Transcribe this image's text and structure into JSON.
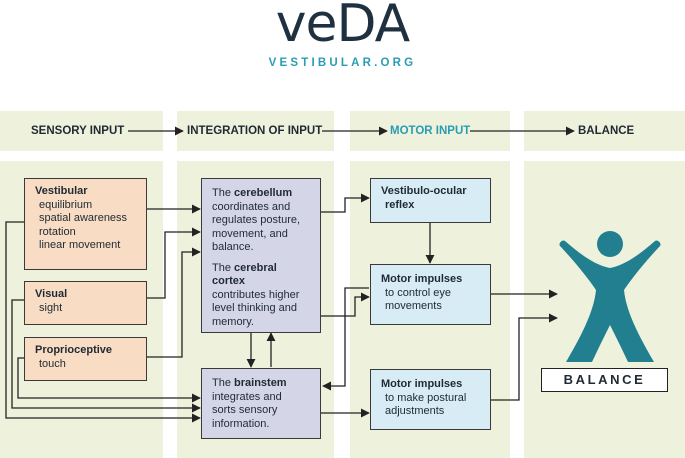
{
  "logo": {
    "name": "veDA",
    "site": "VESTIBULAR.ORG"
  },
  "headers": [
    {
      "label": "SENSORY INPUT"
    },
    {
      "label": "INTEGRATION OF INPUT"
    },
    {
      "label": "MOTOR INPUT"
    },
    {
      "label": "BALANCE"
    }
  ],
  "sensory": {
    "vestibular": {
      "title": "Vestibular",
      "items": [
        "equilibrium",
        "spatial awareness",
        "rotation",
        "linear movement"
      ]
    },
    "visual": {
      "title": "Visual",
      "items": [
        "sight"
      ]
    },
    "proprioceptive": {
      "title": "Proprioceptive",
      "items": [
        "touch"
      ]
    }
  },
  "integration": {
    "cerebellum": {
      "pre": "The ",
      "term": "cerebellum",
      "rest": [
        "coordinates and",
        "regulates posture,",
        "movement, and",
        "balance."
      ]
    },
    "cortex": {
      "pre": "The ",
      "term": "cerebral cortex",
      "rest": [
        "contributes higher",
        "level thinking and",
        "memory."
      ]
    },
    "brainstem": {
      "pre": "The ",
      "term": "brainstem",
      "rest": [
        "integrates and",
        "sorts sensory",
        "information."
      ]
    }
  },
  "motor": {
    "vor": {
      "lines": [
        "Vestibulo-ocular",
        "reflex"
      ]
    },
    "eye": {
      "title": "Motor impulses",
      "items": [
        "to control eye",
        "movements"
      ]
    },
    "posture": {
      "title": "Motor impulses",
      "items": [
        "to make postural",
        "adjustments"
      ]
    }
  },
  "balance": {
    "label": "BALANCE"
  },
  "colors": {
    "teal": "#2a9db3",
    "panel": "#eef2dc",
    "sensory": "#f8dcc3",
    "integration": "#d5d5e8",
    "motor": "#d7ecf4",
    "figure": "#217f8f"
  }
}
